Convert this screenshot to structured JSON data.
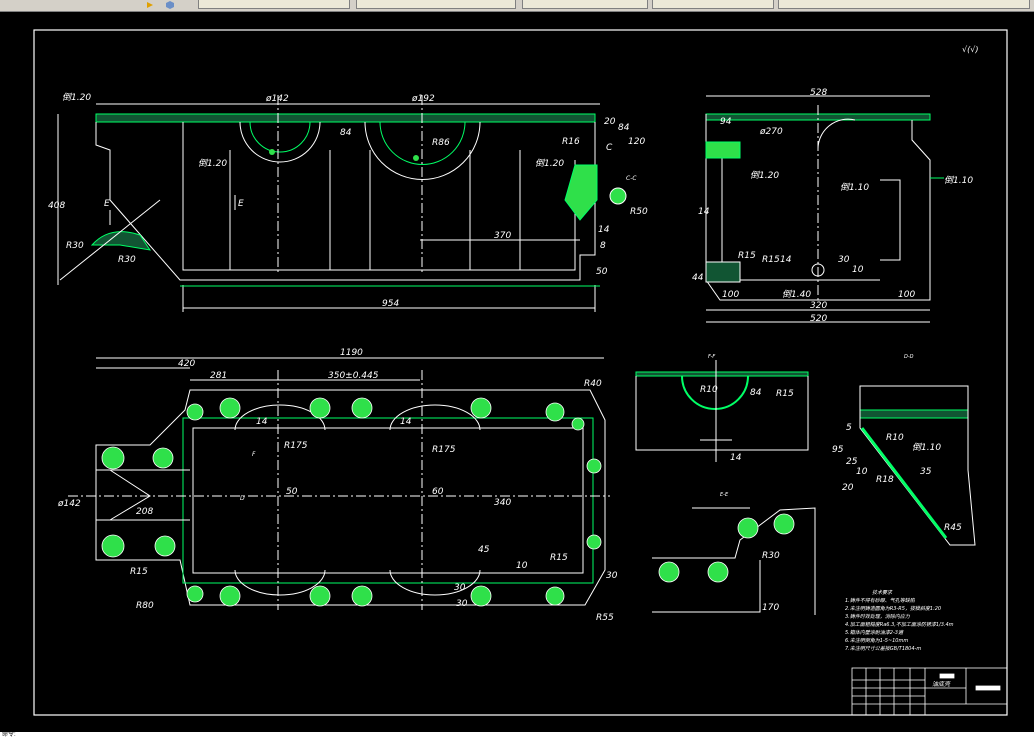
{
  "toolbar": {
    "tabs": [
      "",
      "",
      "",
      "",
      ""
    ],
    "colors": {
      "toolbar_bg": "#d4d0c8",
      "tab_bg": "#ece9d8"
    }
  },
  "status_bar": {
    "text": "命令:"
  },
  "drawing": {
    "colors": {
      "background": "#000000",
      "lines": "#ffffff",
      "hatch": "#00ff66",
      "section_fill": "#2fe04a"
    },
    "roughness_symbol": "√(√)",
    "top_view": {
      "labels": {
        "chamfer_left": "倒1.20",
        "dia_142": "ø142",
        "dia_192": "ø192",
        "dim_84_a": "84",
        "r_inner": "R86",
        "r16": "R16",
        "dim_20": "20",
        "dim_84_b": "84",
        "dim_120": "120",
        "chamfer_1": "倒1.20",
        "chamfer_2": "倒1.20",
        "dim_408": "408",
        "dim_370": "370",
        "dim_14": "14",
        "dim_8": "8",
        "dim_50": "50",
        "dim_954": "954",
        "r30": "R30",
        "r30b": "R30",
        "r50": "R50",
        "section_e": "E",
        "section_e2": "E",
        "section_c": "C",
        "section_c_label": "C-C"
      }
    },
    "side_view": {
      "labels": {
        "dim_528": "528",
        "dim_94": "94",
        "dia_270": "ø270",
        "chamfer_a": "倒1.20",
        "chamfer_b": "倒1.10",
        "chamfer_c": "倒1.10",
        "dim_14": "14",
        "r15_a": "R15",
        "r15_b": "R15",
        "dim_14b": "14",
        "dim_30": "30",
        "dim_10": "10",
        "dim_44": "44",
        "dim_100_l": "100",
        "chamfer_d": "倒1.40",
        "dim_100_r": "100",
        "dim_320": "320",
        "dim_520": "520"
      }
    },
    "plan_view": {
      "labels": {
        "dim_1190": "1190",
        "dim_420": "420",
        "dim_281": "281",
        "dim_350": "350±0.445",
        "r40": "R40",
        "dim_14a": "14",
        "r175a": "R175",
        "dim_14b": "14",
        "r175b": "R175",
        "dia_142": "ø142",
        "dim_208": "208",
        "dim_50": "50",
        "dim_60": "60",
        "dim_340": "340",
        "dim_45": "45",
        "dim_10": "10",
        "r15a": "R15",
        "r15b": "R15",
        "dim_30a": "30",
        "dim_30b": "30",
        "dim_30c": "30",
        "r80": "R80",
        "r55": "R55",
        "sec_f": "F",
        "sec_d": "D"
      }
    },
    "detail_a": {
      "labels": {
        "title": "F-F",
        "r10": "R10",
        "dim_84": "84",
        "r15": "R15",
        "dim_14": "14"
      }
    },
    "detail_b": {
      "labels": {
        "title": "E-E",
        "r30": "R30",
        "dim_170": "170"
      }
    },
    "detail_d": {
      "labels": {
        "title": "D-D",
        "dim_5": "5",
        "r10": "R10",
        "chamfer": "倒1.10",
        "dim_95": "95",
        "dim_25": "25",
        "dim_10": "10",
        "r18": "R18",
        "dim_35": "35",
        "dim_20": "20",
        "r45": "R45"
      }
    },
    "notes": {
      "title": "技术要求",
      "lines": [
        "1.铸件不得有砂眼、气孔等缺陷",
        "2.未注明铸造圆角为R3-R5，拔模斜度1:20",
        "3.铸件时效处理，消除内应力",
        "4.加工面粗糙度Ra6.3,不加工面涂防锈漆1/3.4m",
        "5.箱体内壁涂耐油漆2-3遍",
        "6.未注明倒角为1-5~10mm",
        "7.未注明尺寸公差按GB/T1804-m"
      ]
    },
    "title_block": {
      "name": "油底壳",
      "code": ""
    }
  }
}
